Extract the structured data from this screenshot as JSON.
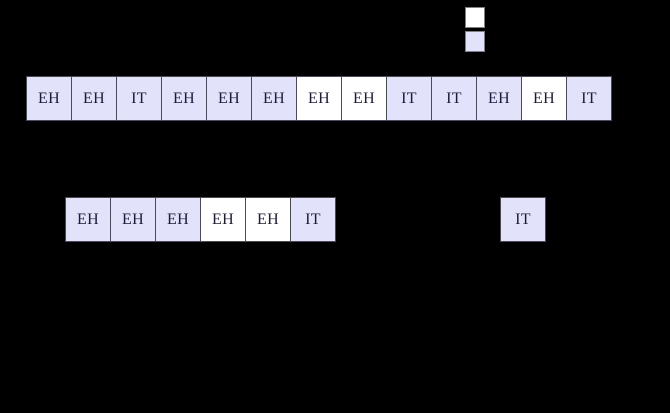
{
  "figure": {
    "background_color": "#000000",
    "cell_fill_colors": {
      "white": "#ffffff",
      "lavender": "#e2e2fa"
    },
    "cell_border_color": "#4a4a5a",
    "cell_text_color": "#1c1c3a"
  },
  "legend": {
    "items": [
      {
        "swatch_name": "legend-swatch-white",
        "color": "#ffffff",
        "label": ""
      },
      {
        "swatch_name": "legend-swatch-lavender",
        "color": "#e2e2fa",
        "label": ""
      }
    ]
  },
  "tracks": [
    {
      "id": "track-top",
      "name": "top-sequence-track",
      "cells": [
        {
          "label": "EH",
          "fill": "lavender"
        },
        {
          "label": "EH",
          "fill": "lavender"
        },
        {
          "label": "IT",
          "fill": "lavender"
        },
        {
          "label": "EH",
          "fill": "lavender"
        },
        {
          "label": "EH",
          "fill": "lavender"
        },
        {
          "label": "EH",
          "fill": "lavender"
        },
        {
          "label": "EH",
          "fill": "white"
        },
        {
          "label": "EH",
          "fill": "white"
        },
        {
          "label": "IT",
          "fill": "lavender"
        },
        {
          "label": "IT",
          "fill": "lavender"
        },
        {
          "label": "EH",
          "fill": "lavender"
        },
        {
          "label": "EH",
          "fill": "white"
        },
        {
          "label": "IT",
          "fill": "lavender"
        }
      ]
    },
    {
      "id": "track-bottom-a",
      "name": "bottom-sequence-track-left",
      "cells": [
        {
          "label": "EH",
          "fill": "lavender"
        },
        {
          "label": "EH",
          "fill": "lavender"
        },
        {
          "label": "EH",
          "fill": "lavender"
        },
        {
          "label": "EH",
          "fill": "white"
        },
        {
          "label": "EH",
          "fill": "white"
        },
        {
          "label": "IT",
          "fill": "lavender"
        }
      ]
    },
    {
      "id": "track-bottom-b",
      "name": "bottom-sequence-track-right",
      "cells": [
        {
          "label": "IT",
          "fill": "lavender"
        }
      ]
    }
  ]
}
